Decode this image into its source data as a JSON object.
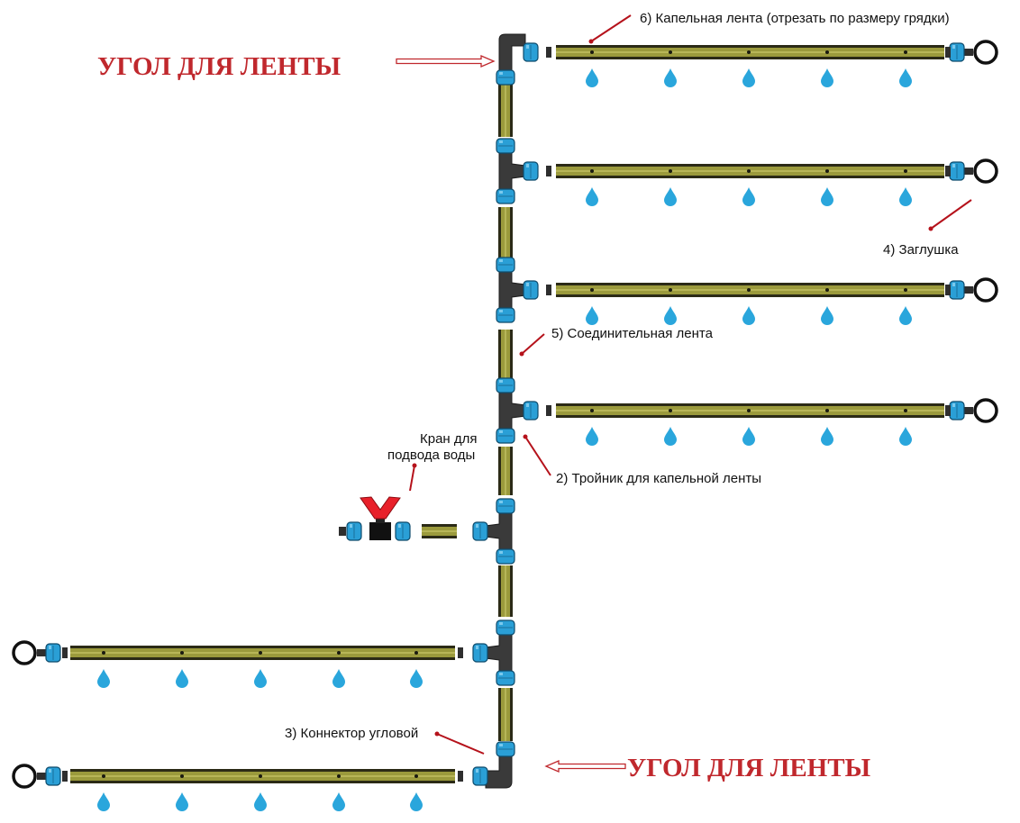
{
  "headings": {
    "corner_top": "УГОЛ ДЛЯ ЛЕНТЫ",
    "corner_bottom": "УГОЛ ДЛЯ ЛЕНТЫ"
  },
  "labels": {
    "drip_tape": "6) Капельная лента (отрезать по размеру грядки)",
    "plug": "4) Заглушка",
    "connecting_tape": "5) Соединительная лента",
    "tee": "2) Тройник для капельной ленты",
    "valve_line1": "Кран для",
    "valve_line2": "подвода воды",
    "corner_connector": "3) Коннектор угловой"
  },
  "colors": {
    "heading": "#c0282d",
    "pointer": "#b5121b",
    "tape_fill": "#9b9a3c",
    "tape_edge": "#2b2a16",
    "fitting_blue": "#2a9fd6",
    "fitting_dark": "#2e2e2e",
    "valve_red": "#e8202a",
    "drop": "#2aa6dc"
  },
  "icons": {
    "water_drop": "water-drop-icon",
    "end_plug": "end-plug-icon",
    "valve_handle": "valve-handle-icon"
  }
}
